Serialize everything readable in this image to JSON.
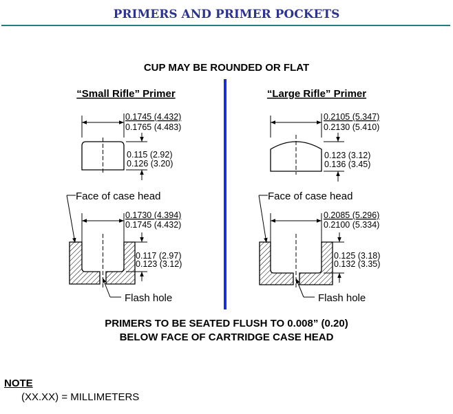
{
  "page": {
    "title": "PRIMERS AND PRIMER POCKETS",
    "cup_note": "CUP MAY BE ROUNDED OR FLAT",
    "seated_line1": "PRIMERS TO BE SEATED FLUSH TO 0.008” (0.20)",
    "seated_line2": "BELOW FACE OF CARTRIDGE CASE HEAD",
    "note_heading": "NOTE",
    "note_text": "(XX.XX) = MILLIMETERS",
    "divider_color": "#1f2fc0",
    "title_color": "#2e3589"
  },
  "small": {
    "heading": "“Small Rifle” Primer",
    "primer_dia_1": "0.1745 (4.432)",
    "primer_dia_2": "0.1765 (4.483)",
    "primer_h_1": "0.115 (2.92)",
    "primer_h_2": "0.126 (3.20)",
    "face_label": "Face of case head",
    "pocket_dia_1": "0.1730 (4.394)",
    "pocket_dia_2": "0.1745 (4.432)",
    "pocket_d_1": "0.117 (2.97)",
    "pocket_d_2": "0.123 (3.12)",
    "flash_label": "Flash hole"
  },
  "large": {
    "heading": "“Large Rifle” Primer",
    "primer_dia_1": "0.2105 (5.347)",
    "primer_dia_2": "0.2130 (5.410)",
    "primer_h_1": "0.123 (3.12)",
    "primer_h_2": "0.136 (3.45)",
    "face_label": "Face of case head",
    "pocket_dia_1": "0.2085 (5.296)",
    "pocket_dia_2": "0.2100 (5.334)",
    "pocket_d_1": "0.125 (3.18)",
    "pocket_d_2": "0.132 (3.35)",
    "flash_label": "Flash hole"
  }
}
